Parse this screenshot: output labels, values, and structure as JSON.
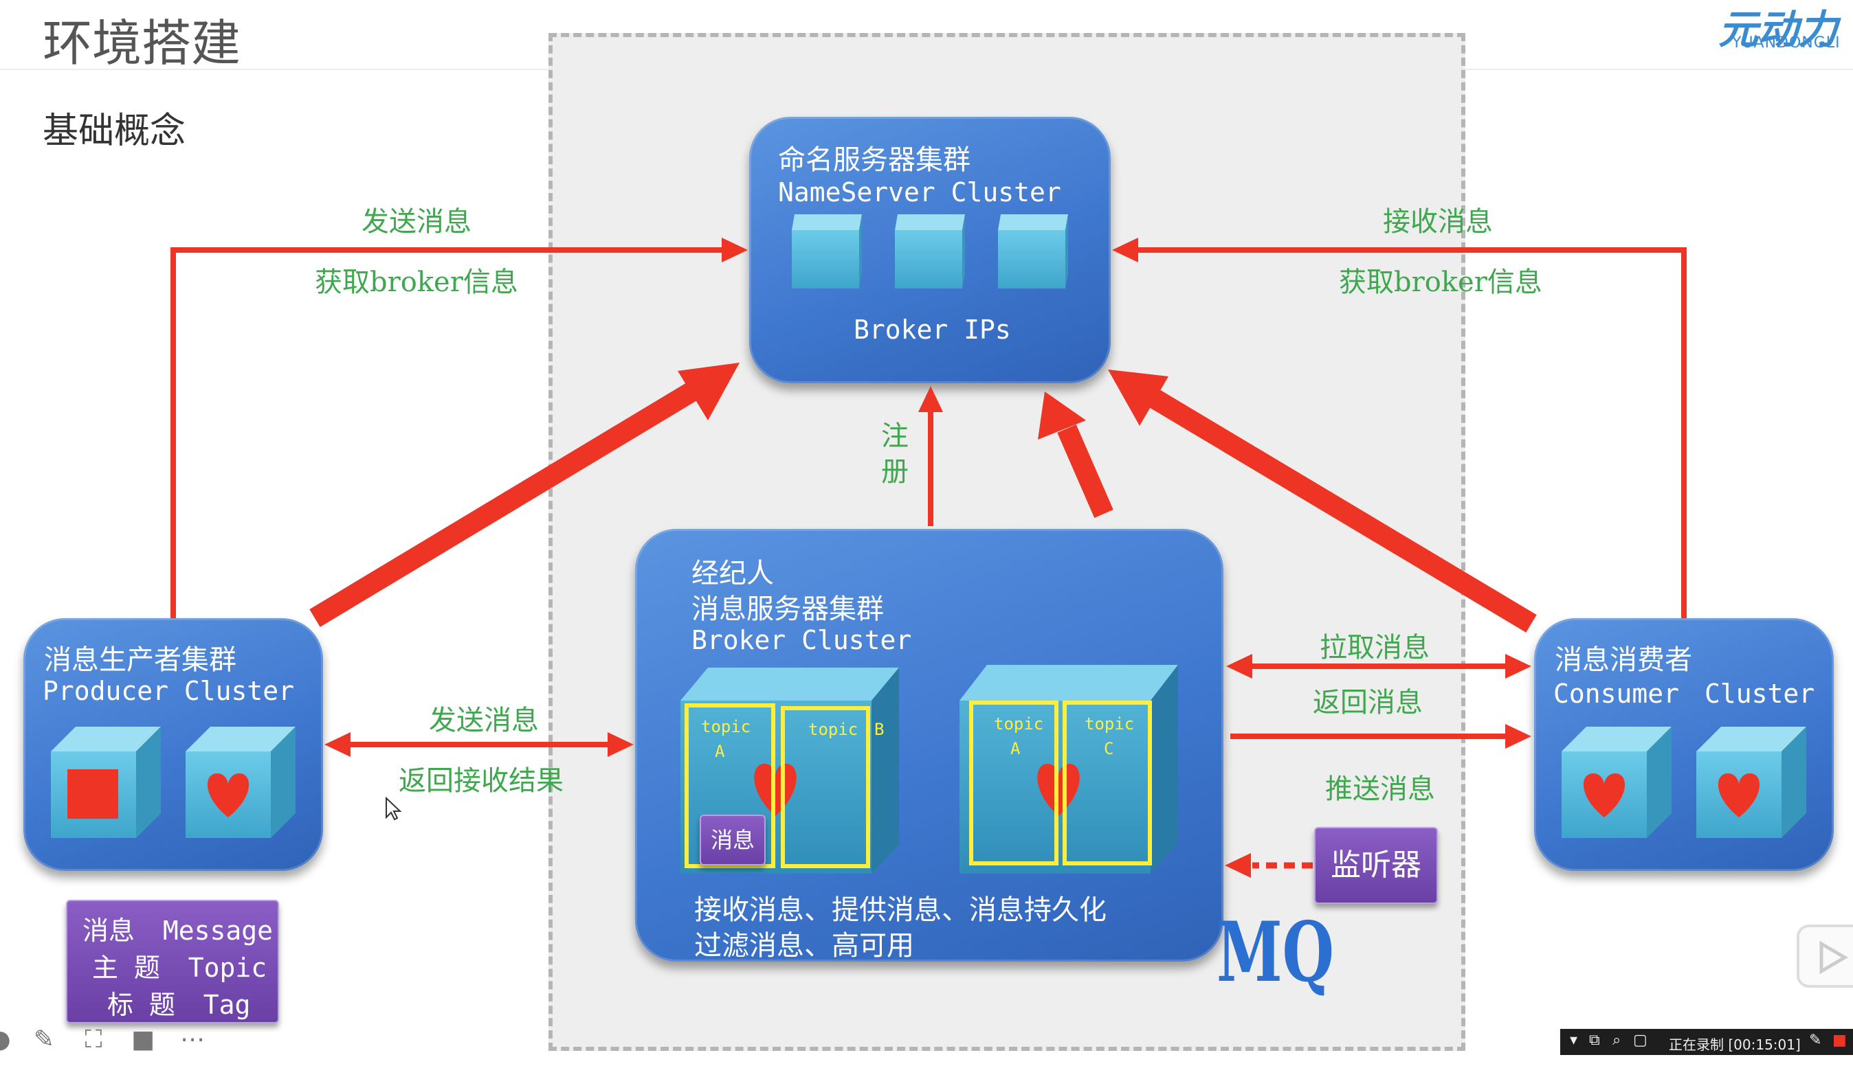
{
  "page": {
    "title": "环境搭建",
    "subtitle": "基础概念",
    "logo_text": "元动力",
    "logo_subtext": "YUANDONGLI"
  },
  "nameserver": {
    "title_cn": "命名服务器集群",
    "title_en": "NameServer Cluster",
    "caption": "Broker IPs"
  },
  "broker": {
    "title_l1": "经纪人",
    "title_l2": "消息服务器集群",
    "title_l3": "Broker Cluster",
    "desc_l1": "接收消息、提供消息、消息持久化",
    "desc_l2": "过滤消息、高可用",
    "message_label": "消息",
    "topics": [
      {
        "word": "topic",
        "letter": "A"
      },
      {
        "word": "topic",
        "letter": "B"
      },
      {
        "word": "topic",
        "letter": "A"
      },
      {
        "word": "topic",
        "letter": "C"
      }
    ]
  },
  "producer": {
    "title_cn": "消息生产者集群",
    "title_en": "Producer Cluster"
  },
  "consumer": {
    "title_cn": "消息消费者",
    "title_en_1": "Consumer",
    "title_en_2": "Cluster"
  },
  "legend": {
    "line1_cn": "消息",
    "line1_en": "Message",
    "line2_cn": "主 题",
    "line2_en": "Topic",
    "line3_cn": "标 题",
    "line3_en": "Tag"
  },
  "listener": {
    "label": "监听器"
  },
  "mq_label": "MQ",
  "arrows": {
    "producer_to_ns_1": "发送消息",
    "producer_to_ns_2": "获取broker信息",
    "consumer_to_ns_1": "接收消息",
    "consumer_to_ns_2": "获取broker信息",
    "register_1": "注",
    "register_2": "册",
    "producer_broker_1": "发送消息",
    "producer_broker_2": "返回接收结果",
    "pull": "拉取消息",
    "return_msg": "返回消息",
    "push": "推送消息"
  },
  "recording": {
    "status": "正在录制 [00:15:01]"
  },
  "colors": {
    "arrow_red": "#ee3424",
    "label_green": "#3fa84f",
    "box_blue": "#3f78cf",
    "cube_cyan": "#5cc0e0",
    "topic_yellow": "#ffef3a",
    "mq_blue": "#2b6fd0"
  }
}
